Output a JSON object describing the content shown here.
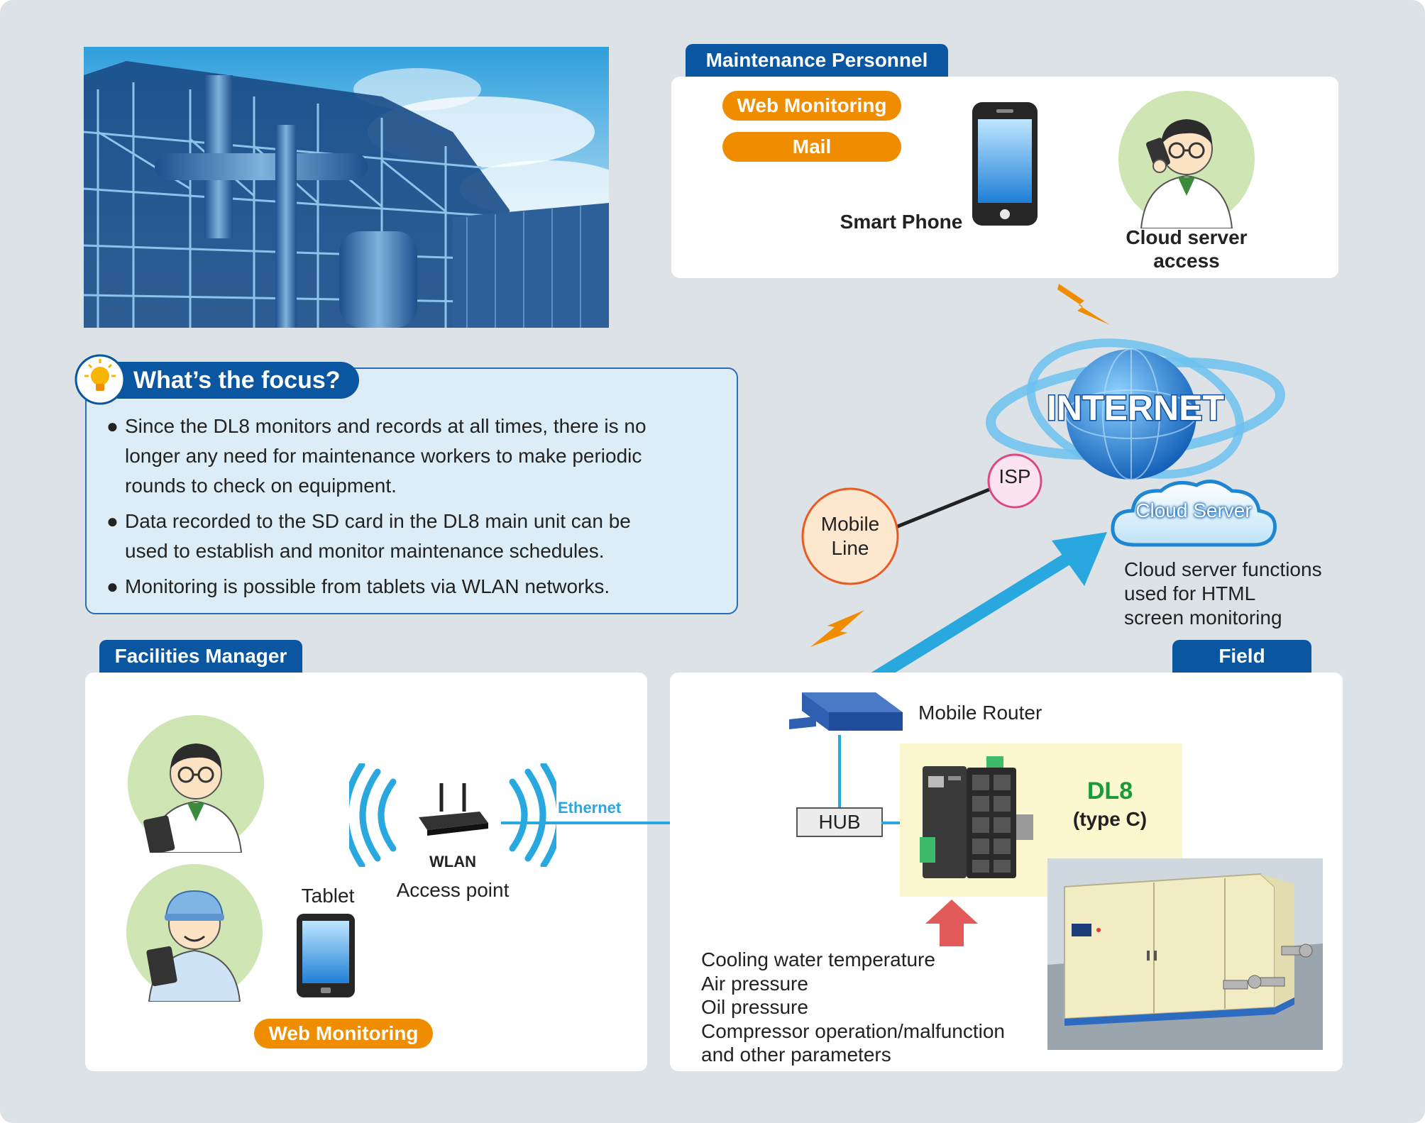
{
  "colors": {
    "background": "#dde2e7",
    "tab_blue": "#0b56a0",
    "pill_orange": "#f08c00",
    "link_blue": "#29a8e0",
    "dl8_green": "#1a9a3a",
    "focus_bg": "#dcedf7",
    "focus_border": "#2a6fb5",
    "arrow_red": "#e35a5a"
  },
  "maintenance": {
    "tab_label": "Maintenance Personnel",
    "pill_web": "Web Monitoring",
    "pill_mail": "Mail",
    "phone_label": "Smart Phone",
    "cloud_access_line1": "Cloud server",
    "cloud_access_line2": "access"
  },
  "internet": {
    "label": "INTERNET",
    "isp": "ISP",
    "mobile_line1": "Mobile",
    "mobile_line2": "Line",
    "cloud_server": "Cloud Server",
    "cloud_desc_line1": "Cloud server functions",
    "cloud_desc_line2": "used for HTML",
    "cloud_desc_line3": "screen monitoring"
  },
  "focus": {
    "title": "What’s the focus?",
    "bullets": [
      {
        "line1": "Since the DL8 monitors and records at all times, there is no",
        "line2": "longer any need for maintenance workers to make periodic",
        "line3": "rounds to check on equipment."
      },
      {
        "line1": "Data recorded to the SD card in the DL8 main unit can be",
        "line2": "used to establish and monitor maintenance schedules."
      },
      {
        "line1": "Monitoring is possible from tablets via WLAN networks."
      }
    ]
  },
  "facilities": {
    "tab_label": "Facilities Manager",
    "tablet_label": "Tablet",
    "wlan_label": "WLAN",
    "access_point_label": "Access point",
    "ethernet_label": "Ethernet",
    "pill_web": "Web Monitoring"
  },
  "field": {
    "tab_label": "Field",
    "router_label": "Mobile Router",
    "hub_label": "HUB",
    "dl8_label": "DL8",
    "dl8_type": "(type C)",
    "params": [
      "Cooling water temperature",
      "Air pressure",
      "Oil pressure",
      "Compressor operation/malfunction",
      "and other parameters"
    ]
  },
  "icons": [
    "factory-photo",
    "smartphone-icon",
    "person-maintenance-icon",
    "globe-icon",
    "lightning-icon",
    "cloud-icon",
    "lightbulb-icon",
    "wlan-router-icon",
    "wifi-waves-icon",
    "tablet-icon",
    "person-manager-icon",
    "person-worker-icon",
    "mobile-router-icon",
    "dl8-device-icon",
    "compressor-icon",
    "arrow-up-icon",
    "arrow-diagonal-icon"
  ]
}
